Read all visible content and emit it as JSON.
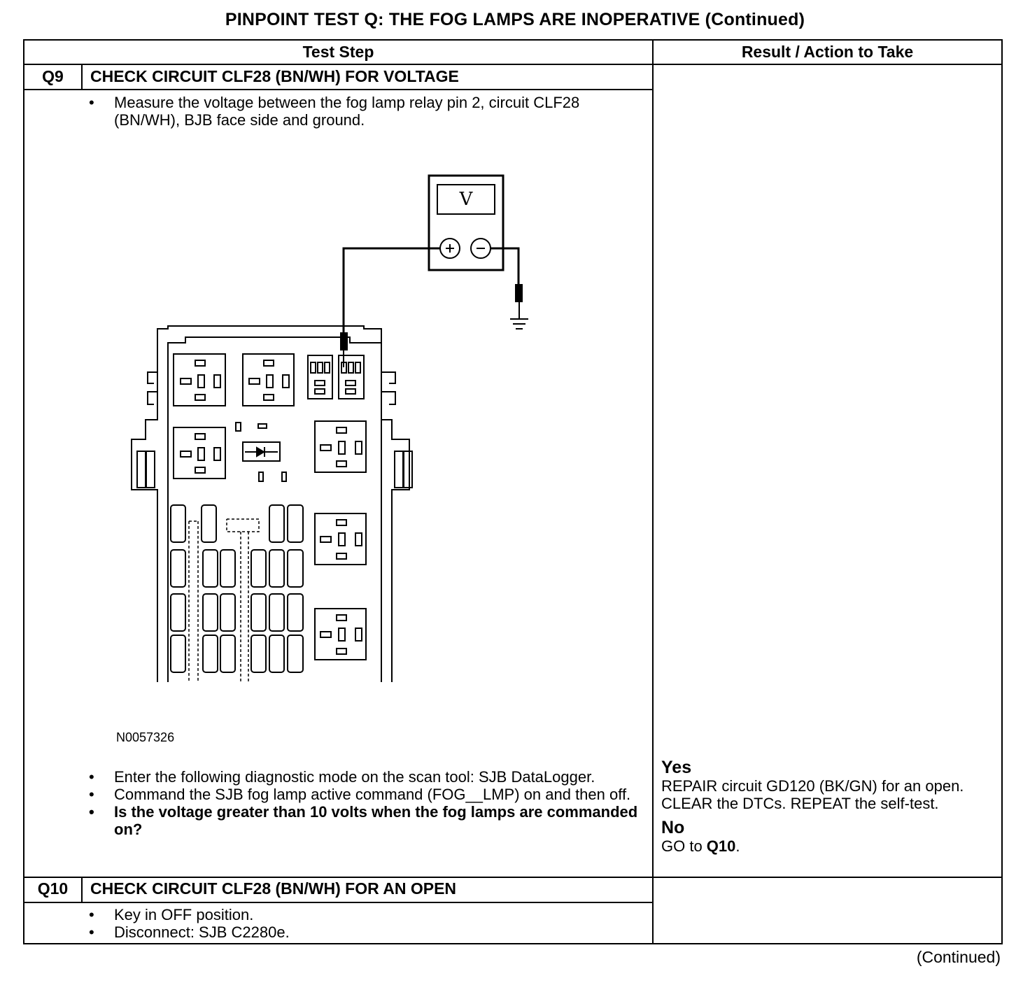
{
  "title": "PINPOINT TEST  Q: THE FOG LAMPS ARE INOPERATIVE (Continued)",
  "headers": {
    "step": "Test Step",
    "result": "Result / Action to Take"
  },
  "q9": {
    "id": "Q9",
    "title": "CHECK CIRCUIT CLF28 (BN/WH) FOR VOLTAGE",
    "bullet1": "Measure the voltage between the fog lamp relay pin 2, circuit CLF28 (BN/WH), BJB face side and ground.",
    "figure_id": "N0057326",
    "meter_label": "V",
    "plus": "+",
    "minus": "−",
    "bullet2": "Enter the following diagnostic mode on the scan tool: SJB DataLogger.",
    "bullet3": "Command the SJB fog lamp active command (FOG__LMP) on and then off.",
    "bullet4": "Is the voltage greater than 10 volts when the fog lamps are commanded on?",
    "yes_label": "Yes",
    "yes_text": "REPAIR circuit GD120 (BK/GN) for an open. CLEAR the DTCs. REPEAT the self-test.",
    "no_label": "No",
    "no_text_prefix": "GO to ",
    "no_target": "Q10",
    "no_suffix": "."
  },
  "q10": {
    "id": "Q10",
    "title": "CHECK CIRCUIT CLF28 (BN/WH) FOR AN OPEN",
    "bullet1": "Key in OFF position.",
    "bullet2": "Disconnect: SJB C2280e."
  },
  "bullet_char": "•",
  "continued": "(Continued)"
}
